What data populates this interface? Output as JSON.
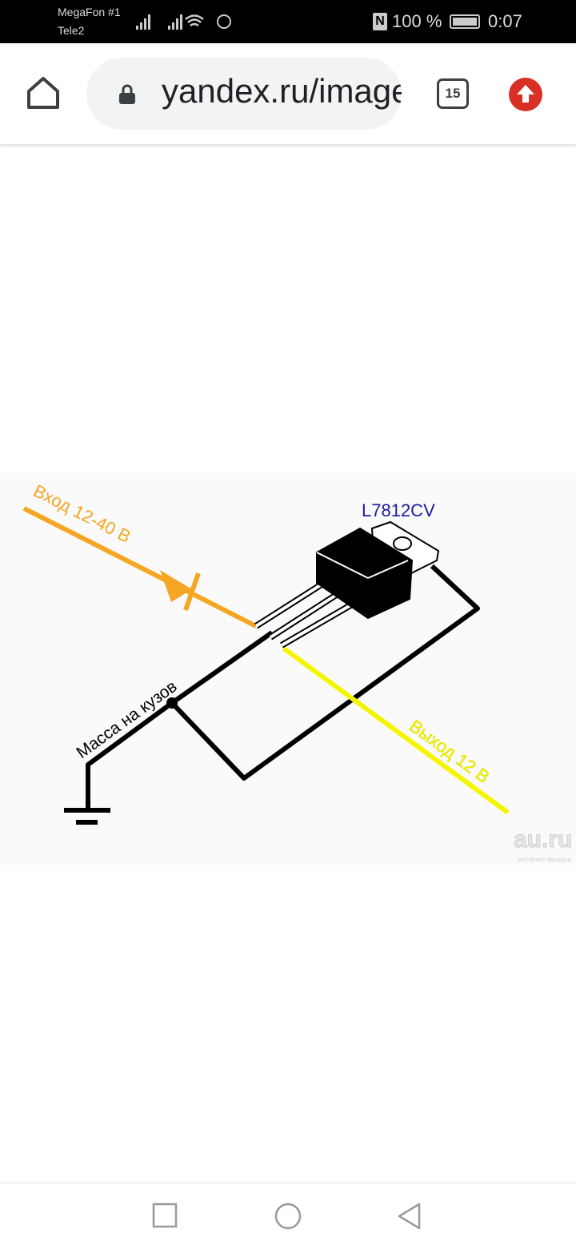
{
  "status_bar": {
    "carrier1": "MegaFon #1",
    "carrier2": "Tele2",
    "nfc": "N",
    "battery": "100 %",
    "time": "0:07"
  },
  "browser": {
    "url": "yandex.ru/images",
    "tab_count": "15"
  },
  "diagram": {
    "part_label": "L7812CV",
    "input_label": "Вход 12-40 В",
    "output_label": "Выход 12 В",
    "ground_label": "Масса на кузов",
    "watermark": "au.ru",
    "watermark_sub": "интернет-аукцион"
  },
  "colors": {
    "input": "#f5a623",
    "output": "#f5f500",
    "wire": "#000000",
    "part_label": "#1a1aa0",
    "update": "#d93025"
  }
}
